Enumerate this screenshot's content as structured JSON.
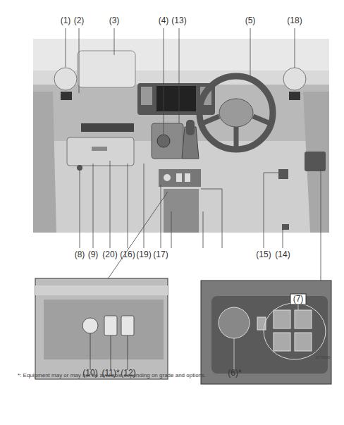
{
  "diagram": {
    "labels": [
      "(1)",
      "(2)",
      "(3)",
      "(4)",
      "(13)",
      "(5)",
      "(18)",
      "(8)",
      "(9)",
      "(20)",
      "(16)",
      "(19)",
      "(17)",
      "(15)",
      "(14)",
      "(7)",
      "(10)",
      "(11)*",
      "(12)",
      "(6)*",
      "*: Equipment may or may not be available depending on grade and options.",
      "67T000"
    ]
  }
}
